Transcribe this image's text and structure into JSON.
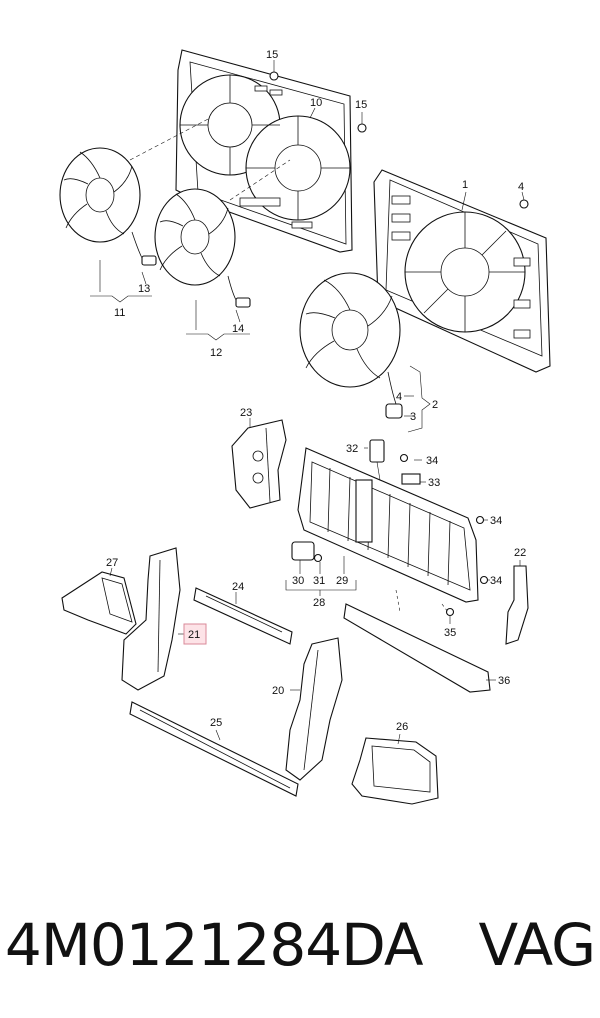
{
  "callouts": {
    "c1": "1",
    "c2": "2",
    "c3": "3",
    "c4a": "4",
    "c4b": "4",
    "c10": "10",
    "c11": "11",
    "c12": "12",
    "c13": "13",
    "c14": "14",
    "c15a": "15",
    "c15b": "15",
    "c20": "20",
    "c21": "21",
    "c22": "22",
    "c23": "23",
    "c24": "24",
    "c25": "25",
    "c26": "26",
    "c27": "27",
    "c28": "28",
    "c29": "29",
    "c30": "30",
    "c31": "31",
    "c32": "32",
    "c33": "33",
    "c34a": "34",
    "c34b": "34",
    "c34c": "34",
    "c35": "35",
    "c36": "36"
  },
  "highlight": {
    "callout": "21",
    "color": "#fde3e7"
  },
  "footer": {
    "part_number": "4M0121284DA",
    "brand": "VAG"
  }
}
